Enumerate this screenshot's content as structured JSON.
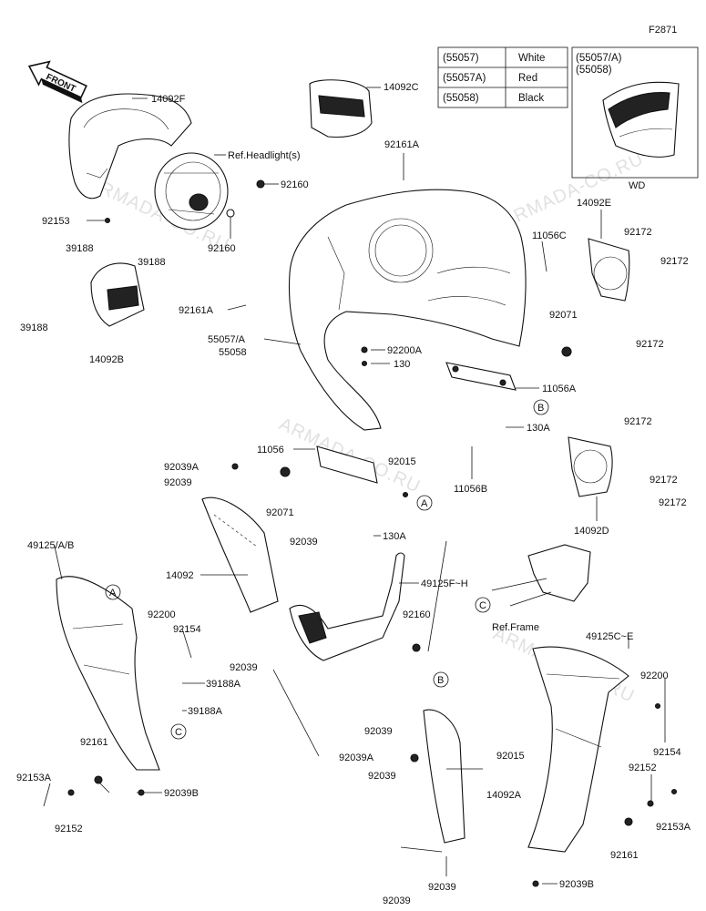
{
  "figure_id": "F2871",
  "front_label": "FRONT",
  "legend": {
    "rows": [
      {
        "code": "(55057)",
        "color": "White"
      },
      {
        "code": "(55057A)",
        "color": "Red"
      },
      {
        "code": "(55058)",
        "color": "Black"
      }
    ],
    "inset_codes": [
      "(55057/A)",
      "(55058)"
    ],
    "inset_caption": "WD"
  },
  "watermark": "ARMADA-CO.RU",
  "callouts": {
    "c14092F": "14092F",
    "c14092C": "14092C",
    "refHeadlight": "Ref.Headlight(s)",
    "c92160a": "92160",
    "c92160b": "92160",
    "c92153": "92153",
    "c39188a": "39188",
    "c39188b": "39188",
    "c39188c": "39188",
    "c14092B": "14092B",
    "c92161A_top": "92161A",
    "c92161A_mid": "92161A",
    "c55057A": "55057/A",
    "c55058": "55058",
    "c92200A": "92200A",
    "c130_mid": "130",
    "c11056C": "11056C",
    "c14092E": "14092E",
    "c92172a": "92172",
    "c92172b": "92172",
    "c92172c": "92172",
    "c92071_right": "92071",
    "c11056A": "11056A",
    "cB_right": "B",
    "c130A_right": "130A",
    "c92172d": "92172",
    "c92172e": "92172",
    "c92172f": "92172",
    "c11056B": "11056B",
    "c14092D": "14092D",
    "c11056": "11056",
    "c92015_top": "92015",
    "cA_mid": "A",
    "c92039A_top": "92039A",
    "c92039_top": "92039",
    "c92071_mid": "92071",
    "c130A_mid": "130A",
    "c49125AB": "49125/A/B",
    "c92039_m": "92039",
    "c14092": "14092",
    "c49125FH": "49125F~H",
    "cC_right": "C",
    "refFrame": "Ref.Frame",
    "cA_left": "A",
    "c92200_left": "92200",
    "c92154_left": "92154",
    "c92160_low": "92160",
    "c92039_low": "92039",
    "c39188A_a": "39188A",
    "c39188A_b": "39188A",
    "cC_left": "C",
    "c92161_left": "92161",
    "c92153A_left": "92153A",
    "c92152_left": "92152",
    "c92039B_left": "92039B",
    "c49125CE": "49125C~E",
    "c92200_right": "92200",
    "cB_low": "B",
    "c92039_r1": "92039",
    "c92015_low": "92015",
    "c92039A_low": "92039A",
    "c92039_r2": "92039",
    "c14092A": "14092A",
    "c92154_right": "92154",
    "c92152_right": "92152",
    "c92153A_right": "92153A",
    "c92161_right": "92161",
    "c92039_b1": "92039",
    "c92039_b2": "92039",
    "c92039B_right": "92039B"
  }
}
